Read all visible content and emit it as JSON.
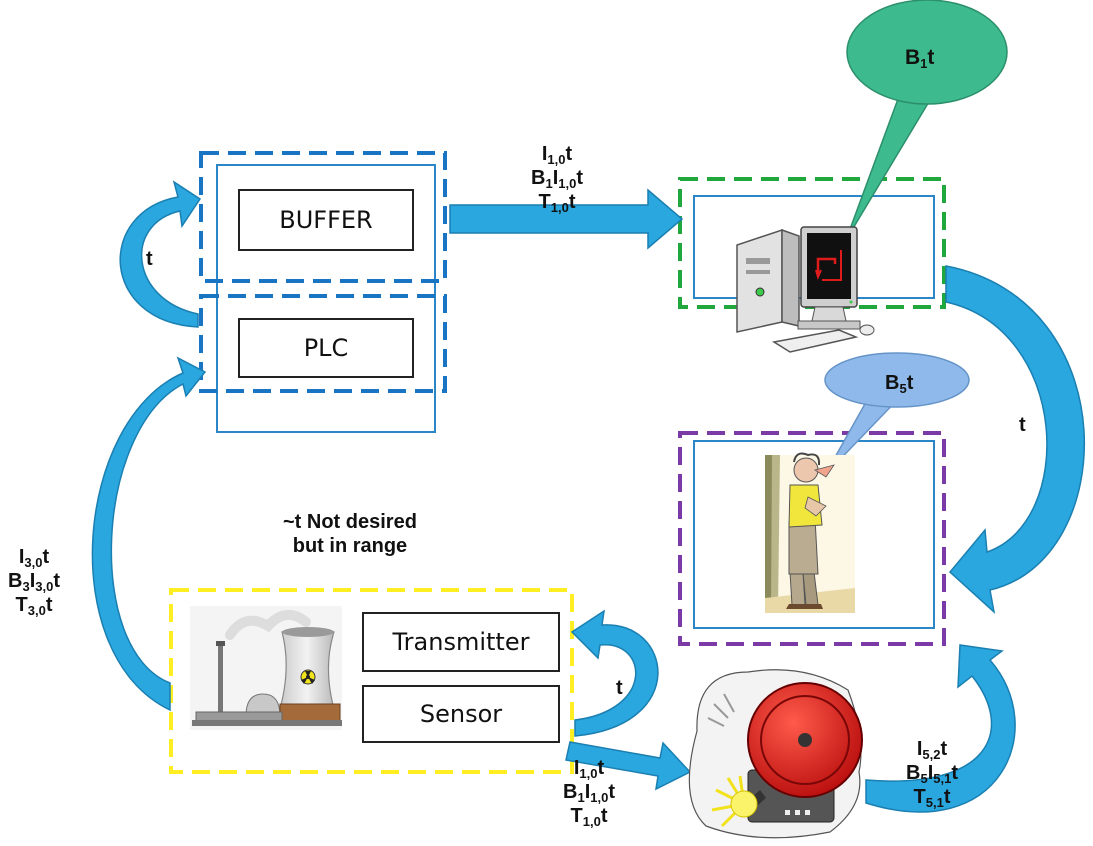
{
  "colors": {
    "arrow": "#29a7de",
    "arrow_edge": "#1b7fb1",
    "buffer_frame": "#1a74c4",
    "computer_frame": "#20a83c",
    "person_frame": "#7b3aa5",
    "plant_frame": "#ffee22",
    "inner_frame": "#2a86c7",
    "bubble_green": "#3dba8e",
    "bubble_blue": "#8fb9ea"
  },
  "boxes": {
    "buffer": "BUFFER",
    "plc": "PLC",
    "transmitter": "Transmitter",
    "sensor": "Sensor"
  },
  "bubbles": {
    "computer": {
      "main": "B",
      "sub": "1",
      "tail": "t"
    },
    "person": {
      "main": "B",
      "sub": "5",
      "tail": "t"
    }
  },
  "labels": {
    "buffer_loop": "t",
    "computer_to_person": "t",
    "transmitter_loop": "t",
    "not_desired_line1": "~t Not desired",
    "not_desired_line2": "but in range",
    "to_computer": [
      [
        {
          "t": "I"
        },
        {
          "s": "1,0"
        },
        {
          "t": "t"
        }
      ],
      [
        {
          "t": "B"
        },
        {
          "s": "1"
        },
        {
          "t": "I"
        },
        {
          "s": "1,0"
        },
        {
          "t": "t"
        }
      ],
      [
        {
          "t": "T"
        },
        {
          "s": "1,0"
        },
        {
          "t": "t"
        }
      ]
    ],
    "to_plc": [
      [
        {
          "t": "I"
        },
        {
          "s": "3,0"
        },
        {
          "t": "t"
        }
      ],
      [
        {
          "t": "B"
        },
        {
          "s": "3"
        },
        {
          "t": "I"
        },
        {
          "s": "3,0"
        },
        {
          "t": "t"
        }
      ],
      [
        {
          "t": "T"
        },
        {
          "s": "3,0"
        },
        {
          "t": "t"
        }
      ]
    ],
    "to_alarm": [
      [
        {
          "t": "I"
        },
        {
          "s": "1,0"
        },
        {
          "t": "t"
        }
      ],
      [
        {
          "t": "B"
        },
        {
          "s": "1"
        },
        {
          "t": "I"
        },
        {
          "s": "1,0"
        },
        {
          "t": "t"
        }
      ],
      [
        {
          "t": "T"
        },
        {
          "s": "1,0"
        },
        {
          "t": "t"
        }
      ]
    ],
    "alarm_to_person": [
      [
        {
          "t": "I"
        },
        {
          "s": "5,2"
        },
        {
          "t": "t"
        }
      ],
      [
        {
          "t": "B"
        },
        {
          "s": "5"
        },
        {
          "t": "I"
        },
        {
          "s": "5,1"
        },
        {
          "t": "t"
        }
      ],
      [
        {
          "t": "T"
        },
        {
          "s": "5,1"
        },
        {
          "t": "t"
        }
      ]
    ]
  },
  "icons": {
    "computer": "desktop-computer-icon",
    "person": "thinking-man-icon",
    "plant": "nuclear-plant-icon",
    "alarm": "alarm-bell-icon"
  }
}
